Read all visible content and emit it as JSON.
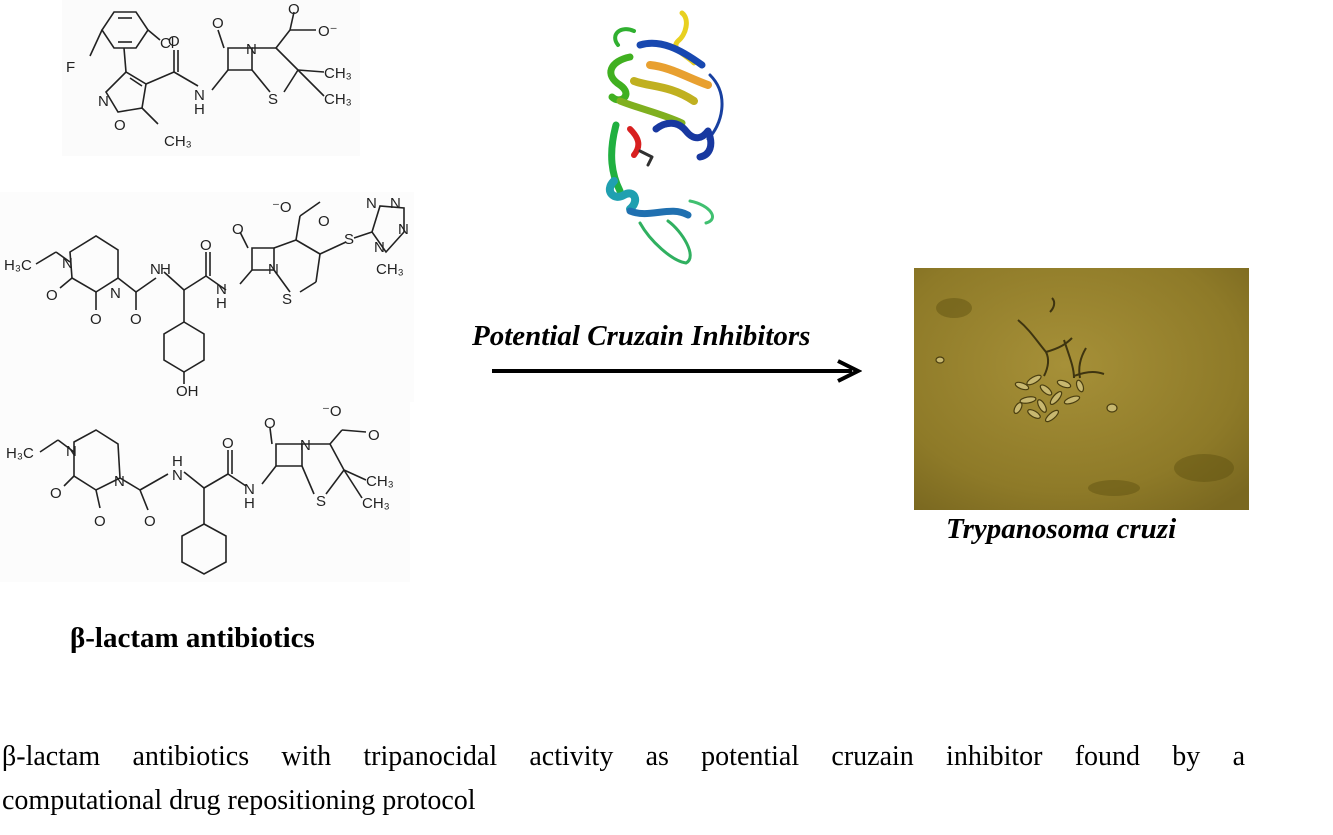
{
  "arrow_label": "Potential Cruzain Inhibitors",
  "micrograph_label": "Trypanosoma cruzi",
  "structures_label": "β-lactam antibiotics",
  "caption": {
    "line1": "β-lactam antibiotics with tripanocidal activity as potential cruzain inhibitor found by a",
    "line2": "computational drug repositioning protocol"
  },
  "molecule1": {
    "atoms": {
      "cl": "Cl",
      "f": "F",
      "o1": "O",
      "o2": "O",
      "o3": "O",
      "o4": "O⁻",
      "n1": "N",
      "n2": "N",
      "n3": "N",
      "h1": "H",
      "s": "S",
      "ch3a": "CH₃",
      "ch3b": "CH₃",
      "ch3c": "CH₃"
    }
  },
  "molecule2": {
    "atoms": {
      "h3c": "H₃C",
      "n1": "N",
      "n2": "N",
      "o1": "O",
      "o2": "O",
      "o3": "O",
      "nh1": "N",
      "h1": "H",
      "o4": "O",
      "nh2": "N",
      "h2": "H",
      "o5": "O",
      "n3": "N",
      "s1": "S",
      "o6": "⁻O",
      "o7": "O",
      "s2": "S",
      "n4": "N",
      "n5": "N",
      "n6": "N",
      "n7": "N",
      "ch3": "CH₃",
      "oh": "OH"
    }
  },
  "molecule3": {
    "atoms": {
      "h3c": "H₃C",
      "n1": "N",
      "n2": "N",
      "o1": "O",
      "o2": "O",
      "o3": "O",
      "nh1": "N",
      "h1": "H",
      "o4": "O",
      "nh2": "N",
      "h2": "H",
      "o5": "O",
      "n3": "N",
      "s": "S",
      "o6": "⁻O",
      "o7": "O",
      "ch3a": "CH₃",
      "ch3b": "CH₃"
    }
  }
}
